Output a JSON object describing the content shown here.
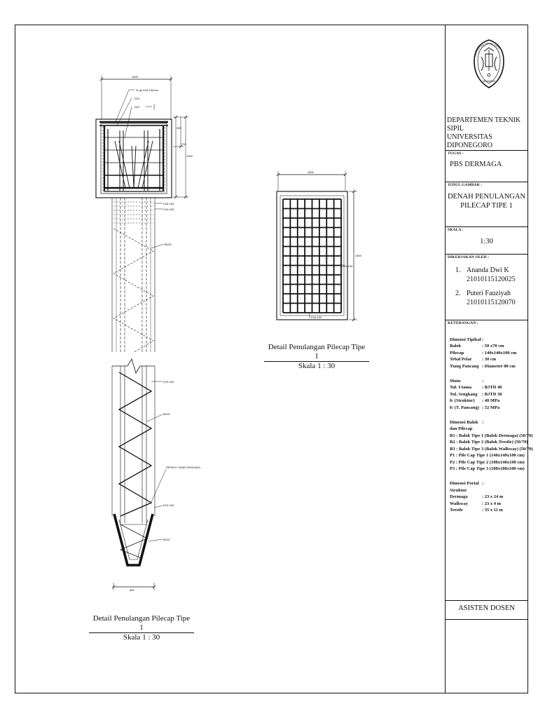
{
  "colors": {
    "line": "#111111",
    "paper": "#ffffff"
  },
  "drawing": {
    "elevation": {
      "dims": {
        "top_width": "1600",
        "bottom_width": "800",
        "right_h1": "300",
        "right_h2": "700",
        "right_h3": "1000"
      },
      "labels": {
        "bar1": "2Lap D16-150mm",
        "bar2": "D22",
        "bar3": "D22",
        "d16": "D16-150",
        "d19a": "D19-150",
        "spiral1": "8D25",
        "d19b": "D19-150",
        "spiral2": "8D25",
        "shoe": "SEPATU TIANG PANCANG",
        "d19c": "D19-150",
        "spiral3": "8D25"
      },
      "caption_title": "Detail Penulangan Pilecap Tipe 1",
      "caption_scale": "Skala 1 : 30"
    },
    "plan": {
      "dims": {
        "top_width": "1600",
        "right_height": "1600",
        "inner_label": "D16-150",
        "bottom_label": "D16-150"
      },
      "caption_title": "Detail Penulangan Pilecap Tipe 1",
      "caption_scale": "Skala 1 : 30"
    }
  },
  "titleblock": {
    "department_line1": "DEPARTEMEN TEKNIK SIPIL",
    "department_line2": "UNIVERSITAS DIPONEGORO",
    "logo_text_top": "UNIVERSITAS DIPONEGORO",
    "logo_text_bottom": "SEMARANG",
    "task_label": "TUGAS :",
    "task_value": "PBS DERMAGA",
    "drawing_title_label": "JUDUL GAMBAR :",
    "drawing_title_line1": "DENAH PENULANGAN",
    "drawing_title_line2": "PILECAP TIPE 1",
    "scale_label": "SKALA :",
    "scale_value": "1:30",
    "by_label": "DIKERJAKAN OLEH :",
    "team": [
      {
        "num": "1.",
        "name": "Ananda Dwi K",
        "id": "21010115120025"
      },
      {
        "num": "2.",
        "name": "Puteri Fauziyah",
        "id": "21010115120070"
      }
    ],
    "notes_label": "KETERANGAN :",
    "notes": {
      "group1_title": "Dimensi Tipikal",
      "group1_colon": ":",
      "group1": [
        {
          "k": "Balok",
          "v": ": 50 x70 cm"
        },
        {
          "k": "Pilecap",
          "v": ": 140x140x100 cm"
        },
        {
          "k": "Tebal Pelat",
          "v": ": 30 cm"
        },
        {
          "k": "Tiang Pancang",
          "v": ": Diameter 80 cm"
        }
      ],
      "group2_title": "Mutu",
      "group2_colon": ":",
      "group2": [
        {
          "k": "Tul. Utama",
          "v": ": BJTD 40"
        },
        {
          "k": "Tul. Sengkang",
          "v": ": BJTD 30"
        },
        {
          "k": "fc (Struktur)",
          "v": ": 40 MPa"
        },
        {
          "k": "fc (T. Pancang)",
          "v": ": 52 MPa"
        }
      ],
      "group3_title": "Dimensi Balok",
      "group3_colon": ":",
      "group3_sub": "dan Pilecap",
      "group3": [
        "B1 : Balok Tipe 1 (Balok Dermaga) (50/70)",
        "B2 : Balok Tipe 2 (Balok Trestle) (50/70)",
        "B3 : Balok Tipe 3 (Balok Walkway) (50/70)",
        "P1 : Pile Cap Tipe 1 (140x140x100 cm)",
        "P2 : Pile Cap Tipe 2 (180x140x100 cm)",
        "P3 : Pile Cap Tipe 3 (180x180x100 cm)"
      ],
      "group4_title": "Dimensi Portal",
      "group4_colon": ":",
      "group4_sub": "Struktur",
      "group4": [
        {
          "k": "Dermaga",
          "v": ": 23 x 24 m"
        },
        {
          "k": "Walkway",
          "v": ": 23 x 4 m"
        },
        {
          "k": "Trestle",
          "v": ": 35 x 11 m"
        }
      ]
    },
    "assistant_label": "ASISTEN DOSEN"
  }
}
